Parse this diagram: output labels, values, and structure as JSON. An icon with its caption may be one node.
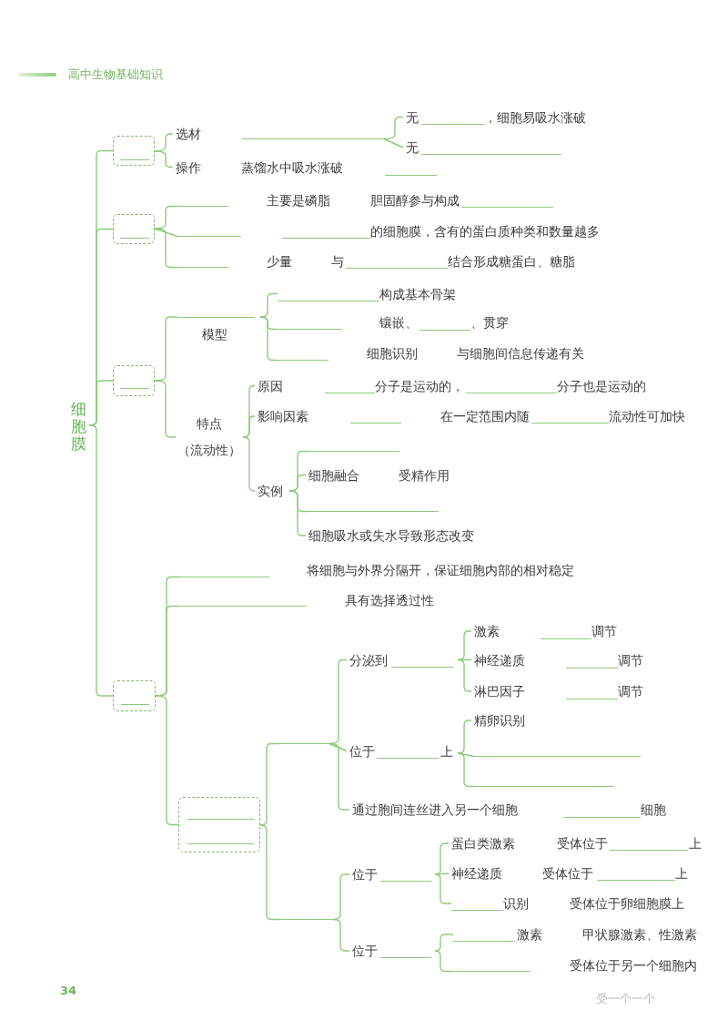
{
  "diagram": {
    "title": "高中生物基础知识",
    "nodes": [
      {
        "text": [
          "细胞膜"
        ]
      },
      {
        "text": [],
        "shape": "box"
      },
      {
        "text": [
          "选材"
        ]
      },
      {
        "text": [],
        "shape": "line"
      },
      {
        "text": [
          "无",
          "，细胞易吸水涨破"
        ]
      },
      {
        "text": [
          "无"
        ]
      },
      {
        "text": [
          "操作"
        ]
      },
      {
        "text": [],
        "shape": "box"
      },
      {
        "text": [],
        "shape": "line"
      },
      {
        "text": [],
        "shape": "line"
      },
      {
        "text": [],
        "shape": "line"
      },
      {
        "text": [],
        "shape": "box"
      },
      {
        "text": [
          "模型"
        ]
      },
      {
        "text": [
          "构成基本骨架"
        ]
      },
      {
        "text": [],
        "shape": "line"
      },
      {
        "text": [],
        "shape": "line"
      },
      {
        "text": [
          "特点",
          "（流动性）"
        ]
      },
      {
        "text": [
          "原因"
        ]
      },
      {
        "text": [
          "影响因素"
        ]
      },
      {
        "text": [
          "实例"
        ]
      },
      {
        "text": [],
        "shape": "line"
      },
      {
        "text": [
          "细胞融合"
        ]
      },
      {
        "text": [],
        "shape": "line"
      },
      {
        "text": [
          "细胞吸水或失水导致形态改变"
        ]
      },
      {
        "text": [],
        "shape": "box"
      },
      {
        "text": [],
        "shape": "line"
      },
      {
        "text": [],
        "shape": "line"
      },
      {
        "text": [],
        "shape": "box"
      },
      {
        "text": [],
        "shape": "line"
      },
      {
        "text": [],
        "shape": "line"
      },
      {
        "text": [
          "分泌到"
        ]
      },
      {
        "text": [
          "激素"
        ]
      },
      {
        "text": [
          "神经递质"
        ]
      },
      {
        "text": [
          "淋巴因子"
        ]
      },
      {
        "text": [
          "位于",
          "上"
        ]
      },
      {
        "text": [
          "精卵识别"
        ]
      },
      {
        "text": [],
        "shape": "line"
      },
      {
        "text": [],
        "shape": "line"
      },
      {
        "text": [
          "通过胞间连丝进入另一个细胞"
        ]
      },
      {
        "text": [
          "位于"
        ]
      },
      {
        "text": [
          "位于"
        ]
      },
      {
        "text": [
          "蛋白类激素"
        ]
      },
      {
        "text": [
          "神经递质"
        ]
      },
      {
        "text": [
          "识别"
        ]
      },
      {
        "text": [
          "激素"
        ]
      },
      {
        "text": [],
        "shape": "line"
      }
    ],
    "edges": [
      {
        "from": 0,
        "to": 1,
        "arrow": "none"
      },
      {
        "from": 0,
        "to": 7,
        "arrow": "none"
      },
      {
        "from": 0,
        "to": 11,
        "arrow": "none"
      },
      {
        "from": 0,
        "to": 24,
        "arrow": "none"
      },
      {
        "from": 1,
        "to": 2,
        "arrow": "none"
      },
      {
        "from": 1,
        "to": 6,
        "arrow": "none"
      },
      {
        "from": 3,
        "to": 4,
        "arrow": "none"
      },
      {
        "from": 3,
        "to": 5,
        "arrow": "none"
      },
      {
        "from": 7,
        "to": 8,
        "arrow": "none"
      },
      {
        "from": 7,
        "to": 9,
        "arrow": "none"
      },
      {
        "from": 7,
        "to": 10,
        "arrow": "none"
      },
      {
        "from": 11,
        "to": 12,
        "arrow": "none"
      },
      {
        "from": 11,
        "to": 16,
        "arrow": "none"
      },
      {
        "from": 12,
        "to": 13,
        "arrow": "none"
      },
      {
        "from": 12,
        "to": 14,
        "arrow": "none"
      },
      {
        "from": 12,
        "to": 15,
        "arrow": "none"
      },
      {
        "from": 16,
        "to": 17,
        "arrow": "none"
      },
      {
        "from": 16,
        "to": 18,
        "arrow": "none"
      },
      {
        "from": 16,
        "to": 19,
        "arrow": "none"
      },
      {
        "from": 19,
        "to": 20,
        "arrow": "none"
      },
      {
        "from": 19,
        "to": 21,
        "arrow": "none"
      },
      {
        "from": 19,
        "to": 22,
        "arrow": "none"
      },
      {
        "from": 19,
        "to": 23,
        "arrow": "none"
      },
      {
        "from": 24,
        "to": 25,
        "arrow": "none"
      },
      {
        "from": 24,
        "to": 26,
        "arrow": "none"
      },
      {
        "from": 24,
        "to": 27,
        "arrow": "none"
      },
      {
        "from": 27,
        "to": 28,
        "arrow": "none"
      },
      {
        "from": 27,
        "to": 29,
        "arrow": "none"
      },
      {
        "from": 28,
        "to": 30,
        "arrow": "none"
      },
      {
        "from": 28,
        "to": 34,
        "arrow": "none"
      },
      {
        "from": 28,
        "to": 38,
        "arrow": "none"
      },
      {
        "from": 30,
        "to": 31,
        "arrow": "none"
      },
      {
        "from": 30,
        "to": 32,
        "arrow": "none"
      },
      {
        "from": 30,
        "to": 33,
        "arrow": "none"
      },
      {
        "from": 34,
        "to": 35,
        "arrow": "none"
      },
      {
        "from": 34,
        "to": 36,
        "arrow": "none"
      },
      {
        "from": 34,
        "to": 37,
        "arrow": "none"
      },
      {
        "from": 29,
        "to": 39,
        "arrow": "none"
      },
      {
        "from": 29,
        "to": 40,
        "arrow": "none"
      },
      {
        "from": 39,
        "to": 41,
        "arrow": "none"
      },
      {
        "from": 39,
        "to": 42,
        "arrow": "none"
      },
      {
        "from": 39,
        "to": 43,
        "arrow": "none"
      },
      {
        "from": 40,
        "to": 44,
        "arrow": "none"
      },
      {
        "from": 40,
        "to": 45,
        "arrow": "none"
      }
    ],
    "labels": [
      "蒸馏水中吸水涨破",
      "主要是磷脂",
      "胆固醇参与构成",
      "的细胞膜，含有的蛋白质种类和数量越多",
      "少量",
      "与",
      "结合形成糖蛋白、糖脂",
      "镶嵌、",
      "、贯穿",
      "细胞识别",
      "与细胞间信息传递有关",
      "分子是运动的，",
      "分子也是运动的",
      "在一定范围内随",
      "流动性可加快",
      "受精作用",
      "将细胞与外界分隔开，保证细胞内部的相对稳定",
      "具有选择透过性",
      "调节",
      "调节",
      "调节",
      "细胞",
      "受体位于",
      "上",
      "受体位于",
      "上",
      "受体位于卵细胞膜上",
      "甲状腺激素、性激素",
      "受体位于另一个细胞内",
      "34",
      "受一个一个"
    ]
  }
}
